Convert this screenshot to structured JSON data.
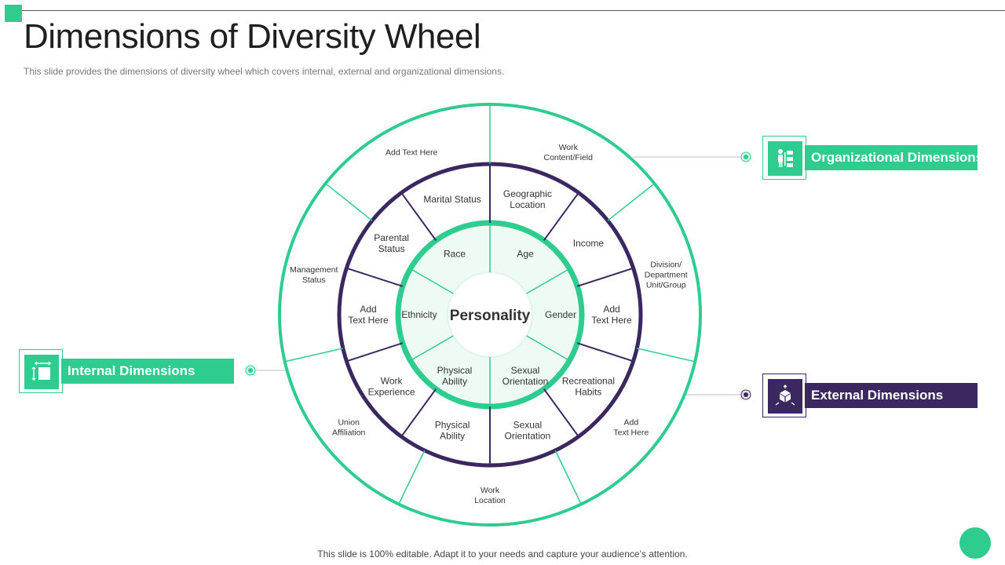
{
  "slide": {
    "title": "Dimensions of Diversity Wheel",
    "subtitle": "This slide provides the dimensions of diversity wheel which covers internal, external and organizational dimensions.",
    "footer": "This slide is 100% editable. Adapt it to your needs and capture your audience’s attention."
  },
  "colors": {
    "green": "#2ecc8f",
    "purple": "#3b2861",
    "inner_fill": "#eefaf4"
  },
  "wheel": {
    "center": "Personality",
    "inner_ring": [
      [
        "Age"
      ],
      [
        "Gender"
      ],
      [
        "Sexual",
        "Orientation"
      ],
      [
        "Physical",
        "Ability"
      ],
      [
        "Ethnicity"
      ],
      [
        "Race"
      ]
    ],
    "middle_ring": [
      [
        "Geographic",
        "Location"
      ],
      [
        "Income"
      ],
      [
        "Add",
        "Text Here"
      ],
      [
        "Recreational",
        "Habits"
      ],
      [
        "Sexual",
        "Orientation"
      ],
      [
        "Physical",
        "Ability"
      ],
      [
        "Work",
        "Experience"
      ],
      [
        "Add",
        "Text Here"
      ],
      [
        "Parental",
        "Status"
      ],
      [
        "Marital Status"
      ]
    ],
    "outer_ring": [
      [
        "Work",
        "Content/Field"
      ],
      [
        "Division/",
        "Department",
        "Unit/Group"
      ],
      [
        "Add",
        "Text Here"
      ],
      [
        "Work",
        "Location"
      ],
      [
        "Union",
        "Affiliation"
      ],
      [
        "Management",
        "Status"
      ],
      [
        "Add Text Here"
      ]
    ]
  },
  "callouts": {
    "organizational": {
      "label": "Organizational Dimensions",
      "icon": "org-chart-icon"
    },
    "internal": {
      "label": "Internal Dimensions",
      "icon": "resize-icon"
    },
    "external": {
      "label": "External Dimensions",
      "icon": "box-expand-icon"
    }
  }
}
